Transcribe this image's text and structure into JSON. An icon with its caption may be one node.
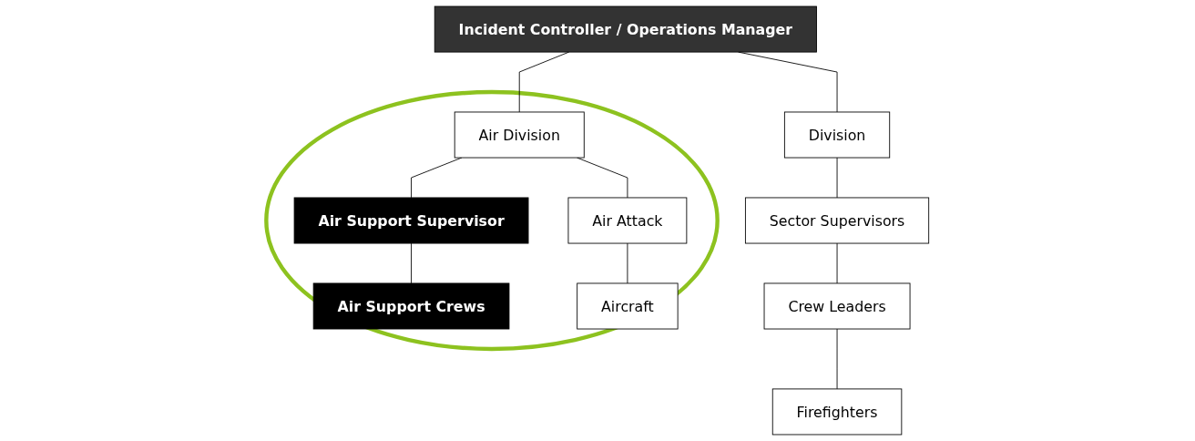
{
  "diagram": {
    "nodes": [
      {
        "text": [
          "Incident Controller / Operations Manager"
        ]
      },
      {
        "text": [
          "Division"
        ]
      },
      {
        "text": [],
        "shape": "circle"
      },
      {
        "text": [
          "Air Division"
        ],
        "in": 2
      },
      {
        "text": [
          "Sector Supervisors"
        ]
      },
      {
        "text": [
          "Air Support Supervisor"
        ],
        "in": 2
      },
      {
        "text": [
          "Air Attack"
        ],
        "in": 2
      },
      {
        "text": [
          "Crew Leaders"
        ]
      },
      {
        "text": [
          "Air Support Crews"
        ],
        "in": 2
      },
      {
        "text": [
          "Aircraft"
        ],
        "in": 2
      },
      {
        "text": [
          "Firefighters"
        ]
      }
    ],
    "edges": [
      {
        "from": 0,
        "to": 1,
        "arrow": "none"
      },
      {
        "from": 0,
        "to": 3,
        "arrow": "none"
      },
      {
        "from": 1,
        "to": 4,
        "arrow": "none"
      },
      {
        "from": 3,
        "to": 5,
        "arrow": "none"
      },
      {
        "from": 3,
        "to": 6,
        "arrow": "none"
      },
      {
        "from": 4,
        "to": 7,
        "arrow": "none"
      },
      {
        "from": 5,
        "to": 8,
        "arrow": "none"
      },
      {
        "from": 6,
        "to": 9,
        "arrow": "none"
      },
      {
        "from": 7,
        "to": 10,
        "arrow": "none"
      }
    ]
  }
}
